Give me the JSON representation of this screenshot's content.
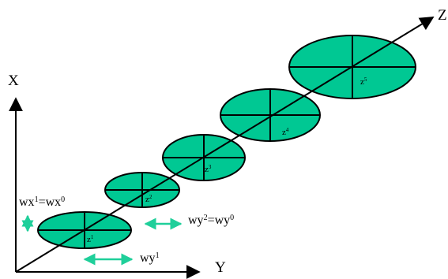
{
  "axes": {
    "x_label": "X",
    "y_label": "Y",
    "z_label": "Z"
  },
  "ellipses": [
    {
      "base": "z",
      "sup": "1"
    },
    {
      "base": "z",
      "sup": "2"
    },
    {
      "base": "z",
      "sup": "3"
    },
    {
      "base": "z",
      "sup": "4"
    },
    {
      "base": "z",
      "sup": "5"
    }
  ],
  "annotations": {
    "wx_eq": {
      "a": "wx",
      "a_sup": "1",
      "mid": "=wx",
      "b_sup": "0"
    },
    "wy2_eq": {
      "a": "wy",
      "a_sup": "2",
      "mid": "=wy",
      "b_sup": "0"
    },
    "wy1": {
      "a": "wy",
      "a_sup": "1"
    }
  },
  "colors": {
    "ellipse_fill": "#00c893",
    "arrow_green": "#1fcf9a",
    "stroke": "#000000",
    "background": "#ffffff"
  }
}
